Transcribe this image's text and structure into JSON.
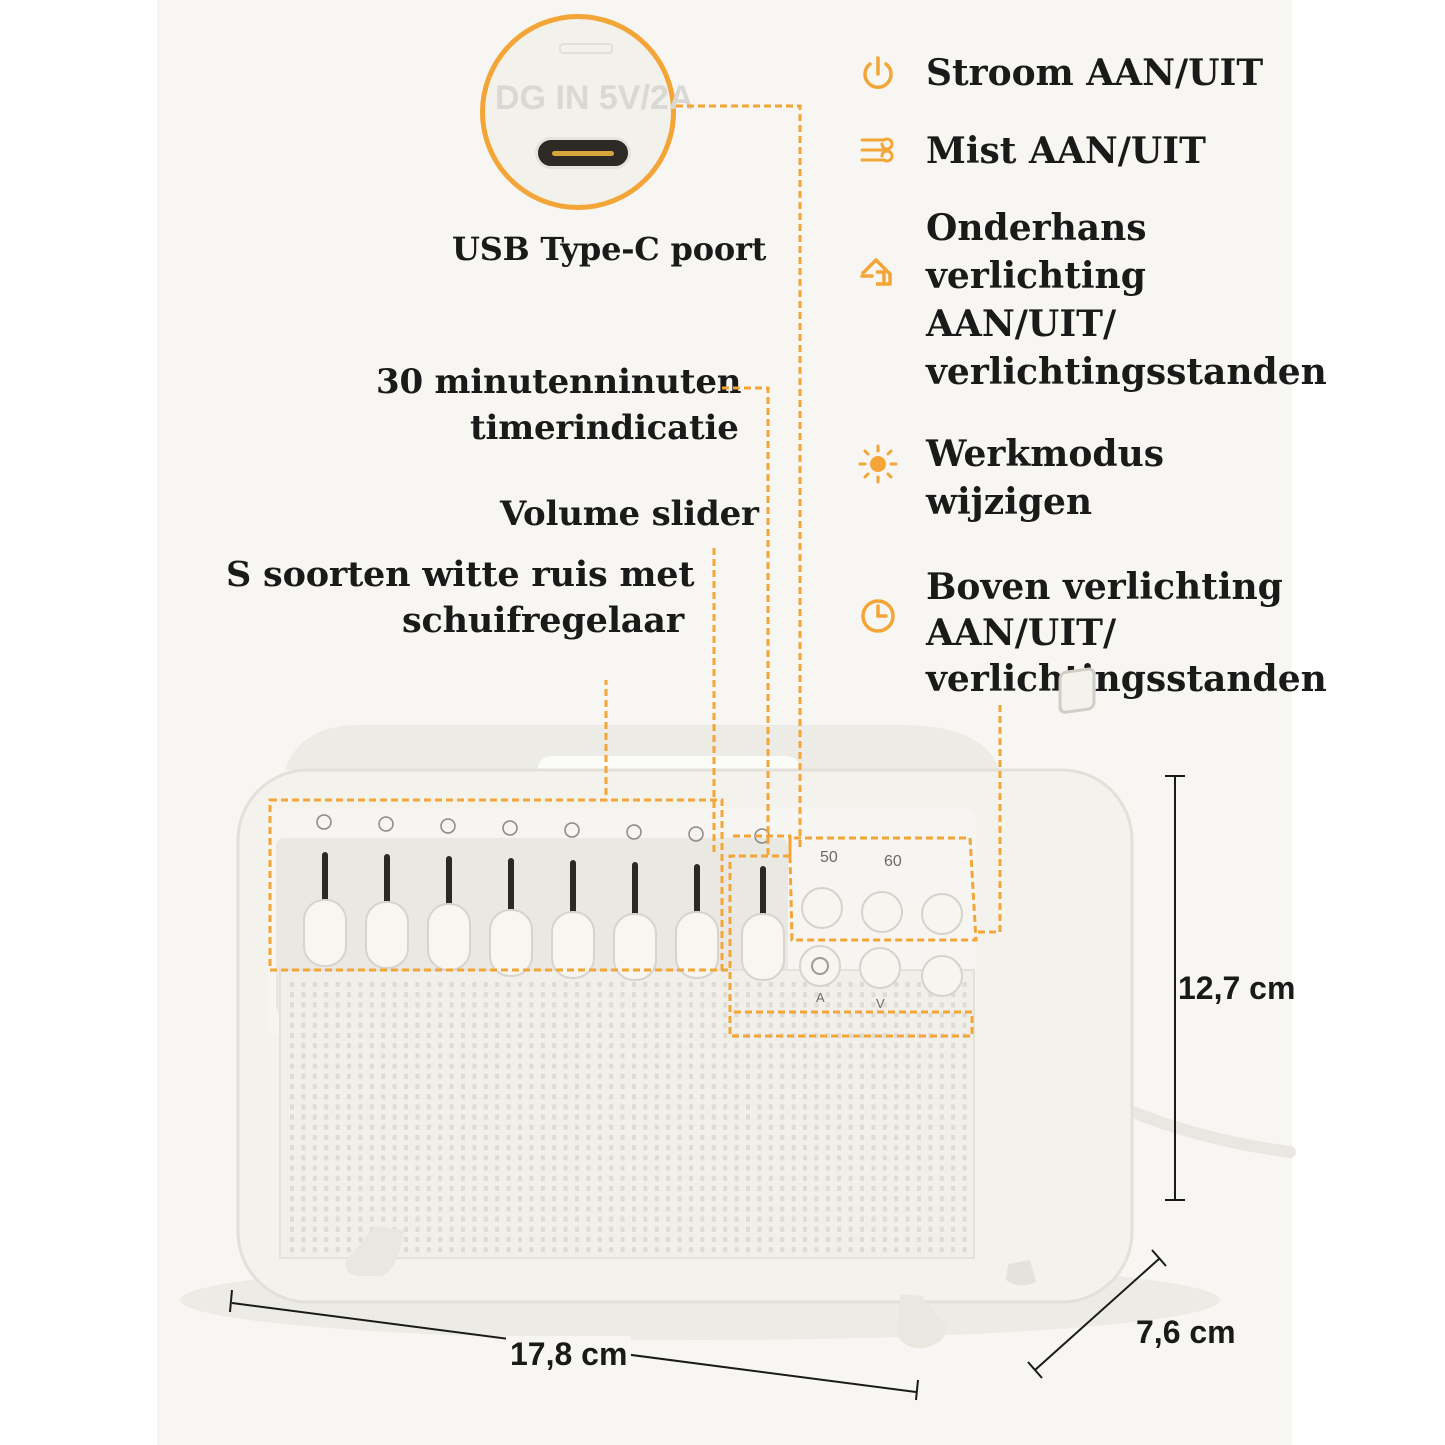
{
  "usb": {
    "port_text": "DG IN 5V/2A",
    "label": "USB Type-C poort"
  },
  "callouts": {
    "timer_line1": "30 minutenninuten",
    "timer_line2": "timerindicatie",
    "volume": "Volume slider",
    "noise_line1": "S soorten witte ruis met",
    "noise_line2": "schuifregelaar"
  },
  "features": [
    {
      "icon": "power-icon",
      "lines": [
        "Stroom AAN/UIT"
      ]
    },
    {
      "icon": "mist-icon",
      "lines": [
        "Mist AAN/UIT"
      ]
    },
    {
      "icon": "house-light-icon",
      "lines": [
        "Onderhans",
        "verlichting",
        "AAN/UIT/",
        "verlichtingsstanden"
      ]
    },
    {
      "icon": "sun-icon",
      "lines": [
        "Werkmodus",
        "wijzigen"
      ]
    },
    {
      "icon": "clock-icon",
      "lines": [
        "Boven verlichting",
        "AAN/UIT/",
        "verlichtingsstanden"
      ]
    }
  ],
  "device": {
    "timer_marks": [
      "50",
      "60"
    ],
    "button_letters": [
      "A",
      "V"
    ],
    "slider_positions": [
      0.55,
      0.55,
      0.55,
      0.45,
      0.45,
      0.45,
      0.55,
      0.55
    ]
  },
  "dimensions": {
    "width": "17,8 cm",
    "height": "12,7 cm",
    "depth": "7,6 cm"
  },
  "colors": {
    "accent": "#f3a637",
    "device": "#f1f0ea",
    "background": "#f7f6f2"
  }
}
